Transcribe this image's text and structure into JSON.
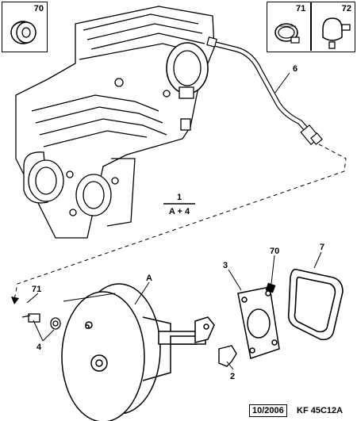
{
  "inset_boxes": [
    {
      "number": "70",
      "icon": "grommet-icon"
    },
    {
      "number": "71",
      "icon": "hose-clamp-icon"
    },
    {
      "number": "72",
      "icon": "non-return-valve-icon"
    }
  ],
  "callouts": {
    "sensor_hose": "6",
    "gasket": "7",
    "spacer_plate": "3",
    "grommet_ref": "70",
    "clamp_ref": "71",
    "booster": "A",
    "bracket": "2",
    "seals": "4"
  },
  "fraction": {
    "numerator": "1",
    "denominator": "A + 4"
  },
  "footer": {
    "date": "10/2006",
    "reference": "KF 45C12A"
  }
}
